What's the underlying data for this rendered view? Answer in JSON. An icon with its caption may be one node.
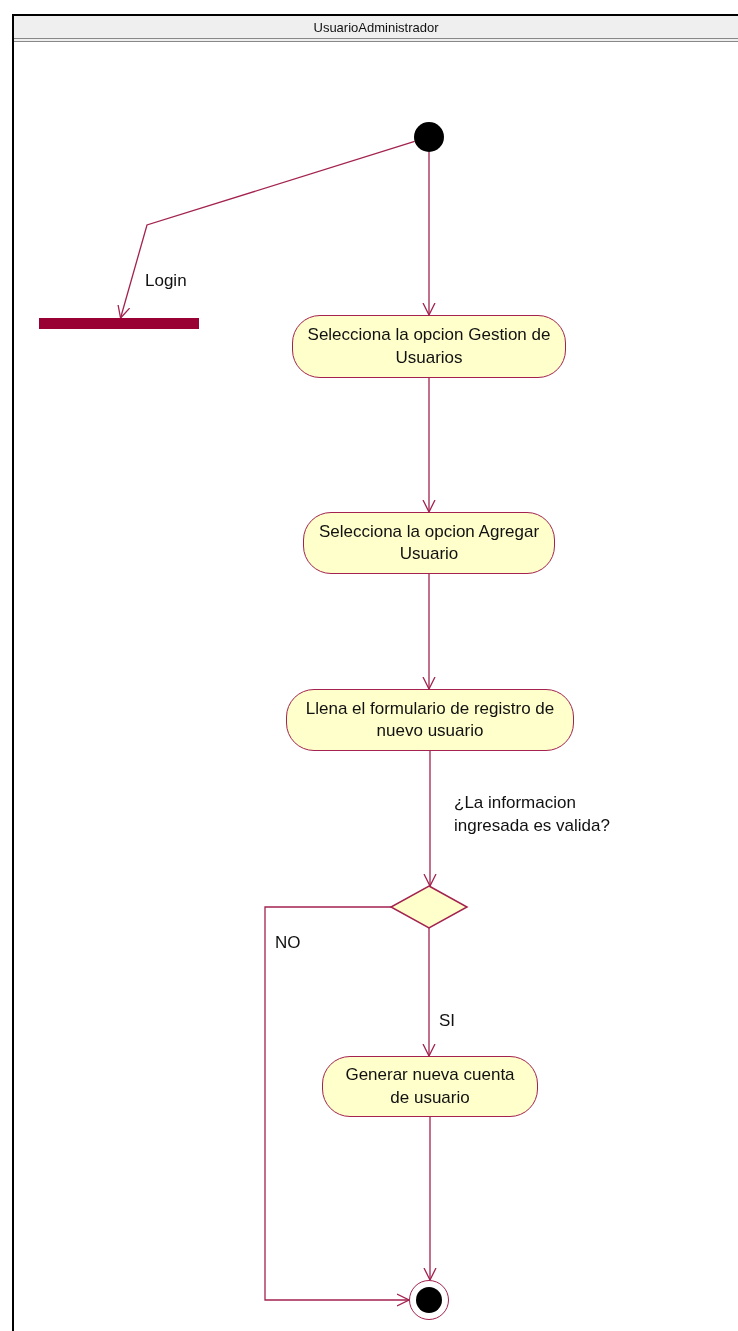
{
  "diagram": {
    "nodes": [
      {
        "text": [
          "UsuarioAdministrador"
        ]
      },
      {
        "text": [],
        "shape": "circle",
        "in": 0
      },
      {
        "text": [],
        "shape": "bar",
        "in": 0
      },
      {
        "text": [
          "Selecciona la opcion Gestion de Usuarios"
        ],
        "in": 0
      },
      {
        "text": [
          "Selecciona la opcion Agregar Usuario"
        ],
        "in": 0
      },
      {
        "text": [
          "Llena el formulario de registro de nuevo usuario"
        ],
        "in": 0
      },
      {
        "text": [],
        "shape": "diamond",
        "in": 0
      },
      {
        "text": [
          "Generar nueva cuenta de usuario"
        ],
        "in": 0
      },
      {
        "text": [],
        "shape": "circle",
        "in": 0
      }
    ],
    "edges": [
      {
        "from": 1,
        "to": 2,
        "arrow": "to",
        "label": "Login"
      },
      {
        "from": 1,
        "to": 3,
        "arrow": "to"
      },
      {
        "from": 3,
        "to": 4,
        "arrow": "to"
      },
      {
        "from": 4,
        "to": 5,
        "arrow": "to"
      },
      {
        "from": 5,
        "to": 6,
        "arrow": "to",
        "label": "¿La informacion ingresada es valida?"
      },
      {
        "from": 6,
        "to": 7,
        "arrow": "to",
        "label": "SI"
      },
      {
        "from": 6,
        "to": 8,
        "arrow": "to",
        "label": "NO"
      },
      {
        "from": 7,
        "to": 8,
        "arrow": "to"
      }
    ]
  }
}
